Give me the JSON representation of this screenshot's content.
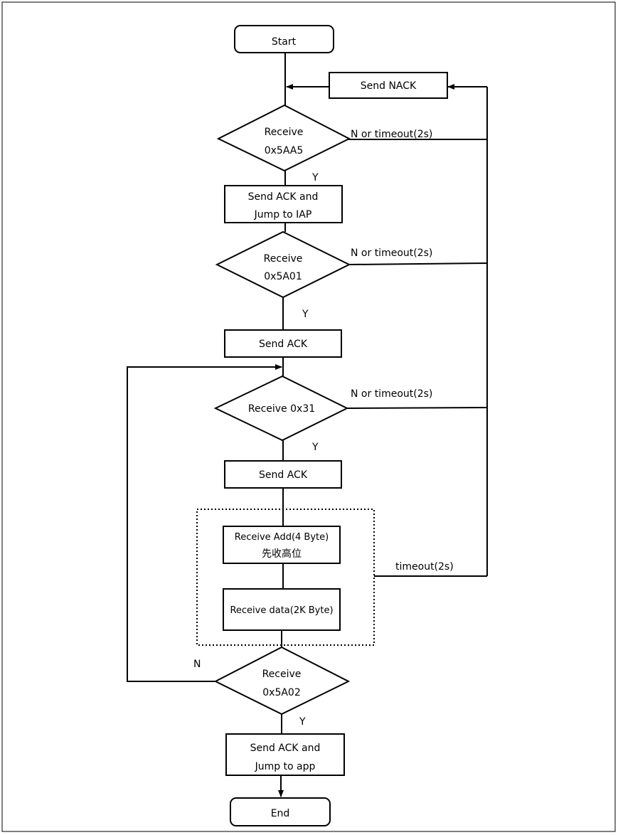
{
  "nodes": {
    "start": "Start",
    "send_nack": "Send NACK",
    "receive_5aa5_line1": "Receive",
    "receive_5aa5_line2": "0x5AA5",
    "send_ack_iap_line1": "Send ACK and",
    "send_ack_iap_line2": "Jump to IAP",
    "receive_5a01_line1": "Receive",
    "receive_5a01_line2": "0x5A01",
    "send_ack_1": "Send ACK",
    "receive_0x31": "Receive 0x31",
    "send_ack_2": "Send ACK",
    "receive_add_line1": "Receive Add(4 Byte)",
    "receive_add_line2": "先收高位",
    "receive_data": "Receive data(2K Byte)",
    "receive_5a02_line1": "Receive",
    "receive_5a02_line2": "0x5A02",
    "send_ack_app_line1": "Send ACK and",
    "send_ack_app_line2": "Jump to app",
    "end": "End"
  },
  "edge_labels": {
    "yes_1": "Y",
    "yes_2": "Y",
    "yes_3": "Y",
    "yes_4": "Y",
    "fail_5aa5": "N or timeout(2s)",
    "fail_5a01": "N or timeout(2s)",
    "fail_0x31": "N or timeout(2s)",
    "timeout_block": "timeout(2s)",
    "no_5a02": "N"
  }
}
